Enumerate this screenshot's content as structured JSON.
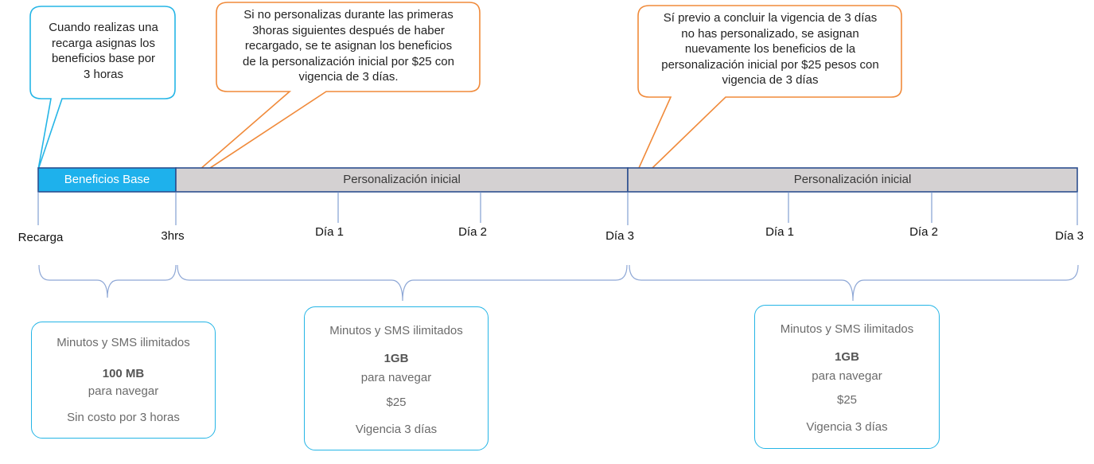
{
  "callouts": [
    {
      "id": "base",
      "lines": [
        "Cuando realizas una",
        "recarga asignas los",
        "beneficios base por",
        "3 horas"
      ],
      "color": "#25b5e6"
    },
    {
      "id": "first",
      "lines": [
        "Si  no personalizas durante las primeras",
        "3horas siguientes después de haber",
        "recargado, se te asignan los beneficios",
        "de la personalización inicial por $25 con",
        "vigencia de 3 días."
      ],
      "color": "#f08a3a"
    },
    {
      "id": "renew",
      "lines": [
        "Sí previo a concluir la vigencia de 3 días",
        "no has personalizado, se asignan",
        "nuevamente los beneficios de la",
        "personalización inicial por $25 pesos con",
        "vigencia de 3 días"
      ],
      "color": "#f08a3a"
    }
  ],
  "timeline": {
    "segments": [
      {
        "id": "base",
        "label": "Beneficios Base",
        "fill": "#1eb1ec",
        "text_color": "#ffffff"
      },
      {
        "id": "pers1",
        "label": "Personalización inicial",
        "fill": "#d4d1d2",
        "text_color": "#3a3a3a"
      },
      {
        "id": "pers2",
        "label": "Personalización inicial",
        "fill": "#d4d1d2",
        "text_color": "#3a3a3a"
      }
    ],
    "border_color": "#2c4f8f",
    "ticks": [
      "Recarga",
      "3hrs",
      "Día 1",
      "Día 2",
      "Día 3",
      "Día 1",
      "Día 2",
      "Día 3"
    ]
  },
  "cards": [
    {
      "id": "card-base",
      "title": "Minutos y SMS ilimitados",
      "data": "100 MB",
      "data_caption": "para navegar",
      "extra": "Sin costo por 3 horas"
    },
    {
      "id": "card-pers1",
      "title": "Minutos y SMS ilimitados",
      "data": "1GB",
      "data_caption": "para navegar",
      "price": "$25",
      "validity": "Vigencia 3 días"
    },
    {
      "id": "card-pers2",
      "title": "Minutos y SMS ilimitados",
      "data": "1GB",
      "data_caption": "para navegar",
      "price": "$25",
      "validity": "Vigencia 3 días"
    }
  ]
}
